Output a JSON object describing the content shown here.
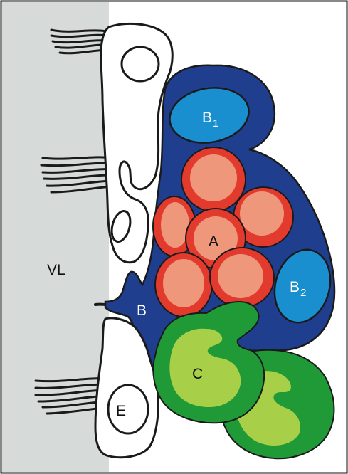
{
  "labels": {
    "vl": "VL",
    "a": "A",
    "b": "B",
    "b1": {
      "main": "B",
      "sub": "1"
    },
    "b2": {
      "main": "B",
      "sub": "2"
    },
    "c": "C",
    "e": "E"
  },
  "colors": {
    "lumen": "#d6dad8",
    "frame": "#111111",
    "outline": "#1a1a1a",
    "epithelium_fill": "#ffffff",
    "basal_cell": "#1f3f8e",
    "basal_nucleus": "#1a8fd0",
    "cell_a_outer": "#e23b2e",
    "cell_a_inner": "#ef977a",
    "cell_c_outer": "#1f9a37",
    "cell_c_inner": "#a8cf48",
    "label_light": "#ffffff",
    "label_dark": "#111111"
  }
}
